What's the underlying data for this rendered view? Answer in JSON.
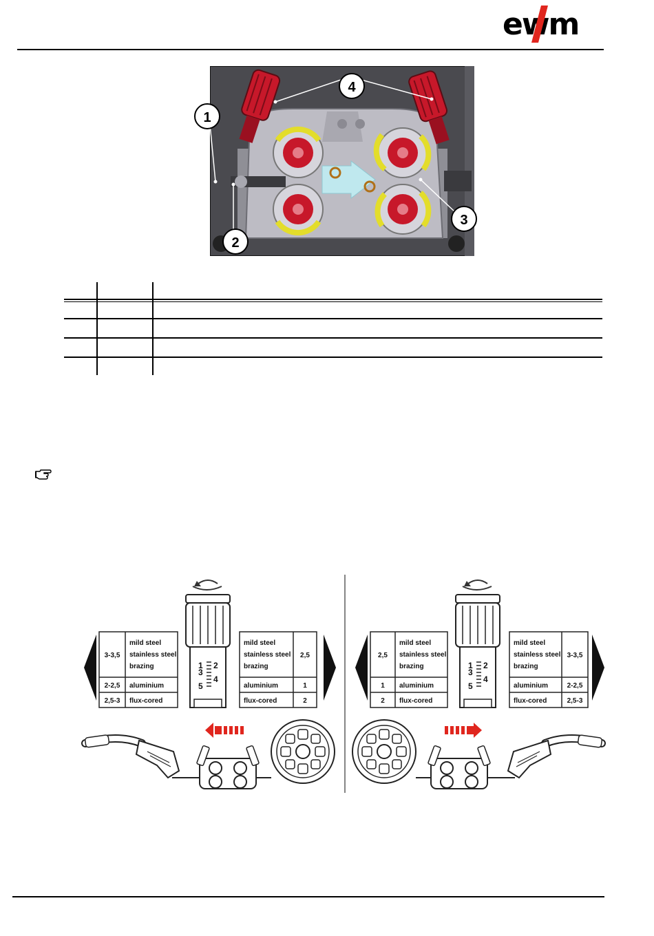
{
  "header": {
    "logo_text": "ewm"
  },
  "top_figure": {
    "callouts": [
      "1",
      "2",
      "3",
      "4"
    ],
    "colors": {
      "background": "#4a4a4f",
      "knob_red": "#c7182a",
      "yellow": "#e3dd2b",
      "arrow_blue": "#bfe8ee"
    }
  },
  "legend_rows": [
    {
      "num": "",
      "symbol": "",
      "description": ""
    },
    {
      "num": "",
      "symbol": "",
      "description": ""
    },
    {
      "num": "",
      "symbol": "",
      "description": ""
    },
    {
      "num": "",
      "symbol": "",
      "description": ""
    },
    {
      "num": "",
      "symbol": "",
      "description": ""
    }
  ],
  "note": {
    "icon": "pointing-hand-icon"
  },
  "pressure_diagrams": {
    "left": {
      "left_table": [
        {
          "value": "3-3,5",
          "material": [
            "mild steel",
            "stainless steel",
            "brazing"
          ]
        },
        {
          "value": "2-2,5",
          "material": [
            "aluminium"
          ]
        },
        {
          "value": "2,5-3",
          "material": [
            "flux-cored"
          ]
        }
      ],
      "right_table": [
        {
          "material": [
            "mild steel",
            "stainless steel",
            "brazing"
          ],
          "value": "2,5"
        },
        {
          "material": [
            "aluminium"
          ],
          "value": "1"
        },
        {
          "material": [
            "flux-cored"
          ],
          "value": "2"
        }
      ],
      "scale": [
        "1",
        "2",
        "3",
        "4",
        "5"
      ]
    },
    "right": {
      "left_table": [
        {
          "value": "2,5",
          "material": [
            "mild steel",
            "stainless steel",
            "brazing"
          ]
        },
        {
          "value": "1",
          "material": [
            "aluminium"
          ]
        },
        {
          "value": "2",
          "material": [
            "flux-cored"
          ]
        }
      ],
      "right_table": [
        {
          "material": [
            "mild steel",
            "stainless steel",
            "brazing"
          ],
          "value": "3-3,5"
        },
        {
          "material": [
            "aluminium"
          ],
          "value": "2-2,5"
        },
        {
          "material": [
            "flux-cored"
          ],
          "value": "2,5-3"
        }
      ],
      "scale": [
        "1",
        "2",
        "3",
        "4",
        "5"
      ]
    },
    "arrow_color": "#e0261e"
  }
}
